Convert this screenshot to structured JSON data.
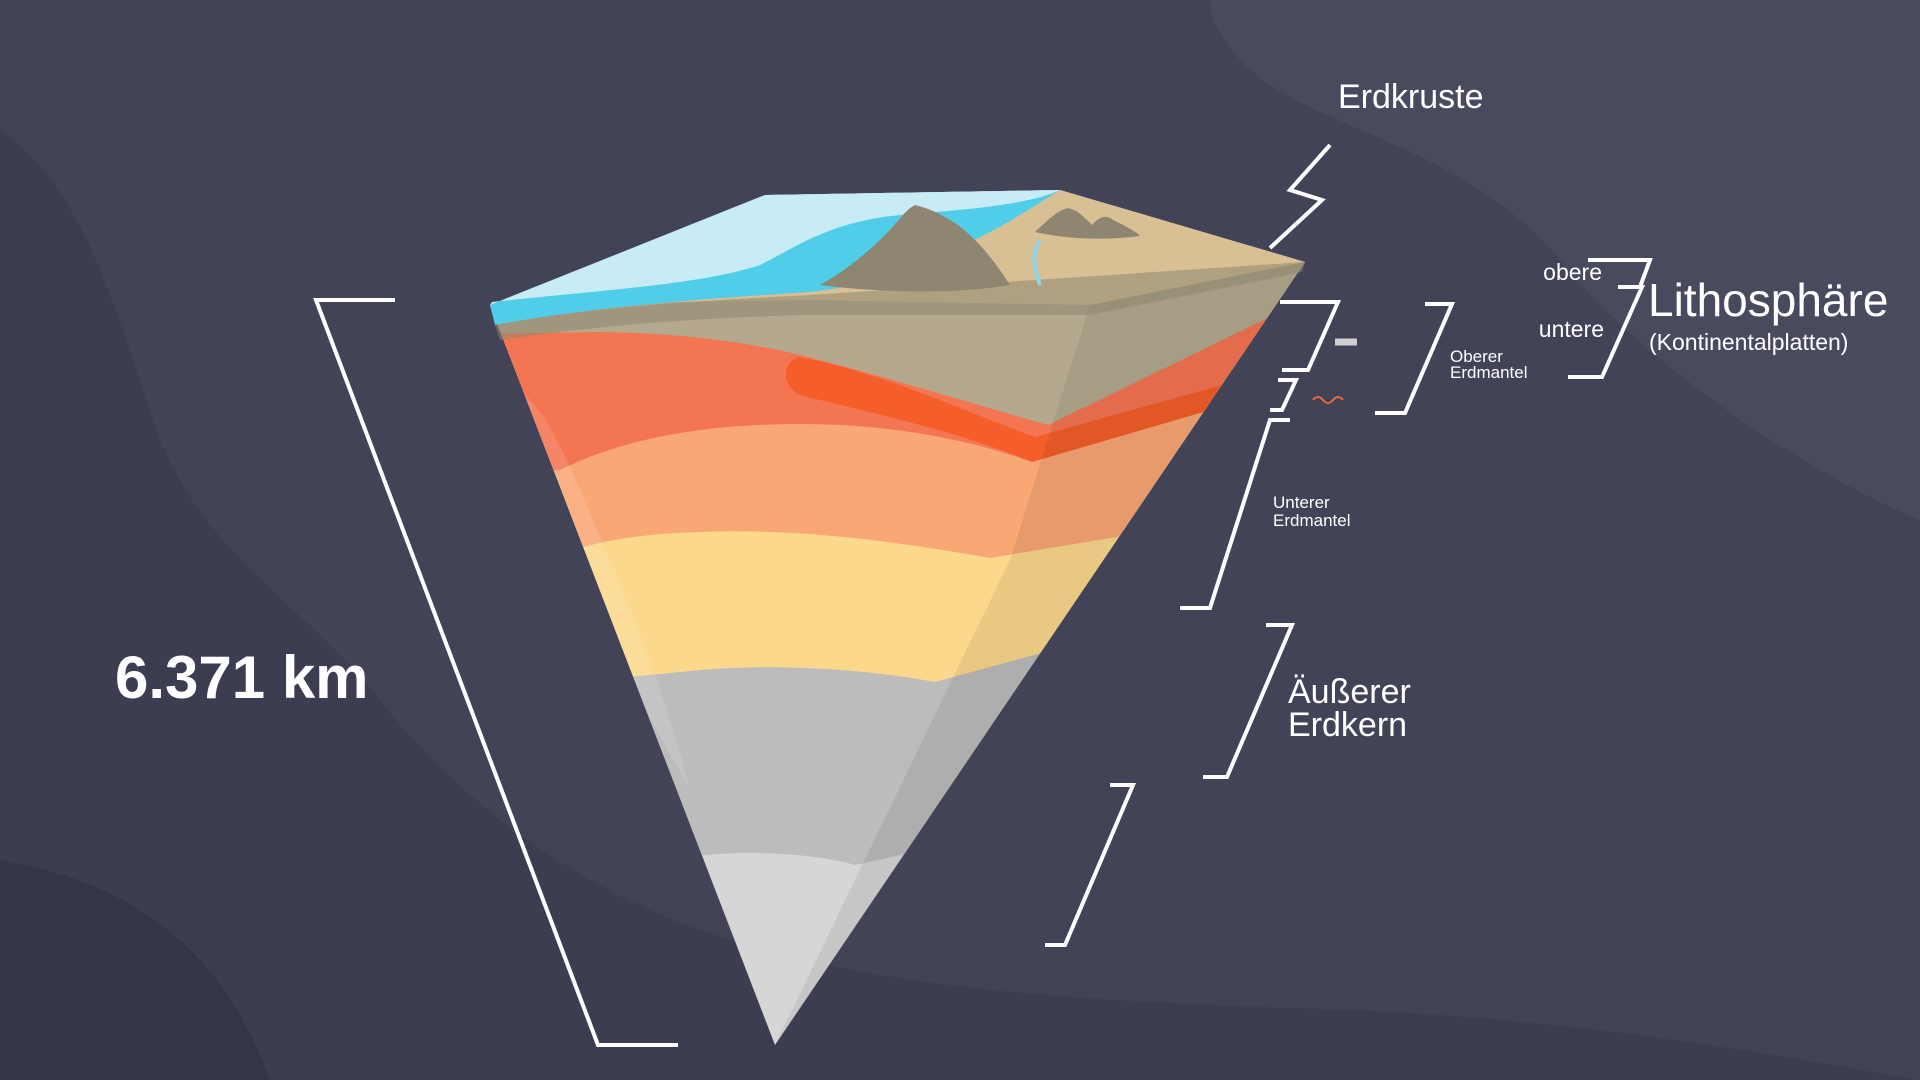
{
  "diagram": {
    "radius_label": "6.371 km",
    "labels": {
      "crust": "Erdkruste",
      "upper": "obere",
      "lower": "untere",
      "lithosphere_title": "Lithosphäre",
      "lithosphere_subtitle": "(Kontinentalplatten)",
      "upper_mantle_line1": "Oberer",
      "upper_mantle_line2": "Erdmantel",
      "lower_mantle_line1": "Unterer",
      "lower_mantle_line2": "Erdmantel",
      "outer_core_line1": "Äußerer",
      "outer_core_line2": "Erdkern"
    },
    "colors": {
      "background": "#434357",
      "ocean": "#4fcde9",
      "ice": "#c8ecf5",
      "land": "#d8bf94",
      "mountain": "#8e8670",
      "crust_layer": "#b4a88e",
      "upper_mantle": "#f47552",
      "asthenosphere": "#f55e2b",
      "lower_mantle": "#f9a775",
      "transition": "#fbd88b",
      "outer_core": "#bcbcbc",
      "inner_core": "#d6d6d6"
    }
  }
}
